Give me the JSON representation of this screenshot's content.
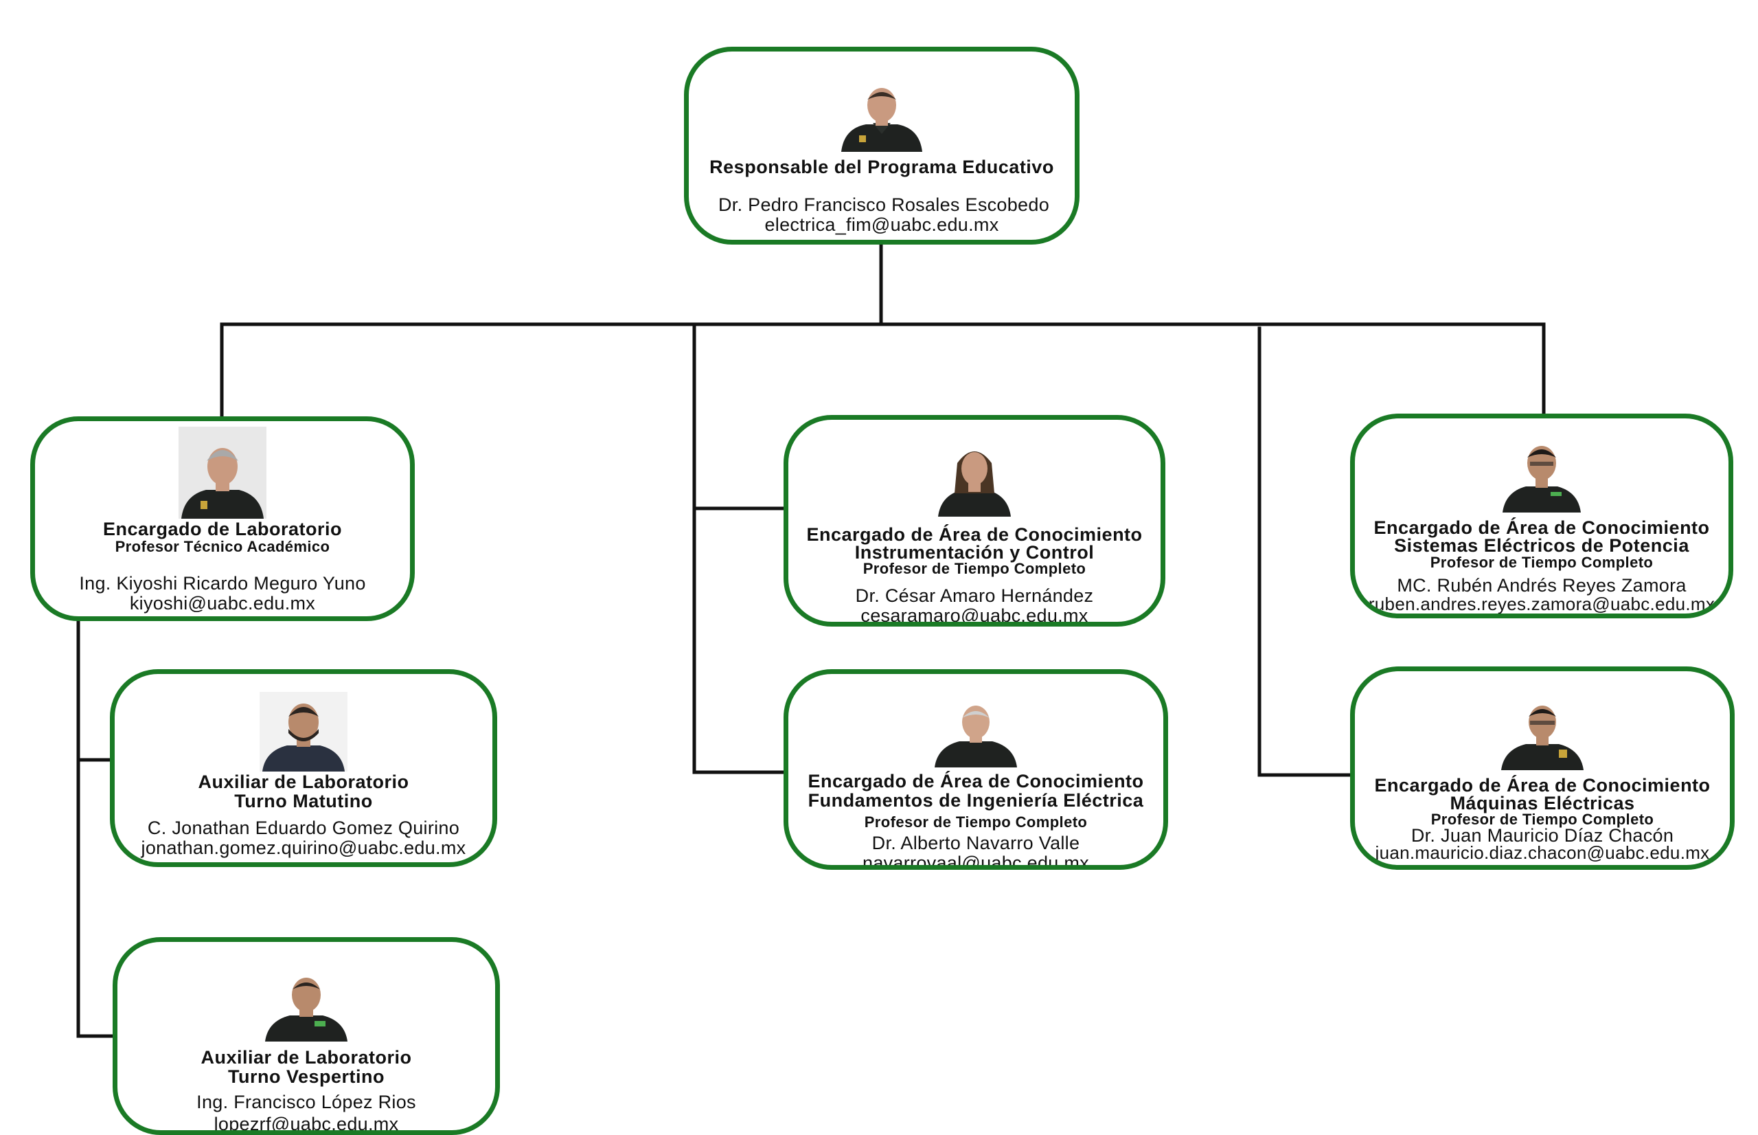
{
  "colors": {
    "border": "#1a7a25",
    "line": "#111111",
    "shirt": "#1f2220",
    "skin": "#c99a80"
  },
  "nodes": {
    "root": {
      "title": "Responsable del Programa Educativo",
      "name": "Dr. Pedro Francisco Rosales Escobedo",
      "email": "electrica_fim@uabc.edu.mx"
    },
    "lab_head": {
      "title": "Encargado de Laboratorio",
      "subtitle": "Profesor Técnico Académico",
      "name": "Ing. Kiyoshi Ricardo Meguro Yuno",
      "email": "kiyoshi@uabc.edu.mx"
    },
    "aux_morning": {
      "title": "Auxiliar de Laboratorio",
      "subtitle": "Turno Matutino",
      "name": "C. Jonathan Eduardo Gomez Quirino",
      "email": "jonathan.gomez.quirino@uabc.edu.mx"
    },
    "aux_evening": {
      "title": "Auxiliar de Laboratorio",
      "subtitle": "Turno Vespertino",
      "name": "Ing. Francisco López Rios",
      "email": "lopezrf@uabc.edu.mx"
    },
    "area_instr": {
      "title": "Encargado de Área de Conocimiento",
      "area": "Instrumentación y Control",
      "subtitle": "Profesor de Tiempo Completo",
      "name": "Dr. César Amaro Hernández",
      "email": "cesaramaro@uabc.edu.mx"
    },
    "area_fund": {
      "title": "Encargado de Área de Conocimiento",
      "area": "Fundamentos de Ingeniería Eléctrica",
      "subtitle": "Profesor de Tiempo Completo",
      "name": "Dr. Alberto Navarro Valle",
      "email": "navarrovaal@uabc.edu.mx"
    },
    "area_power": {
      "title": "Encargado de Área de Conocimiento",
      "area": "Sistemas Eléctricos de Potencia",
      "subtitle": "Profesor de Tiempo Completo",
      "name": "MC. Rubén Andrés Reyes Zamora",
      "email": "ruben.andres.reyes.zamora@uabc.edu.mx"
    },
    "area_mach": {
      "title": "Encargado de Área de Conocimiento",
      "area": "Máquinas Eléctricas",
      "subtitle": "Profesor de Tiempo Completo",
      "name": "Dr. Juan Mauricio Díaz Chacón",
      "email": "juan.mauricio.diaz.chacon@uabc.edu.mx"
    }
  }
}
